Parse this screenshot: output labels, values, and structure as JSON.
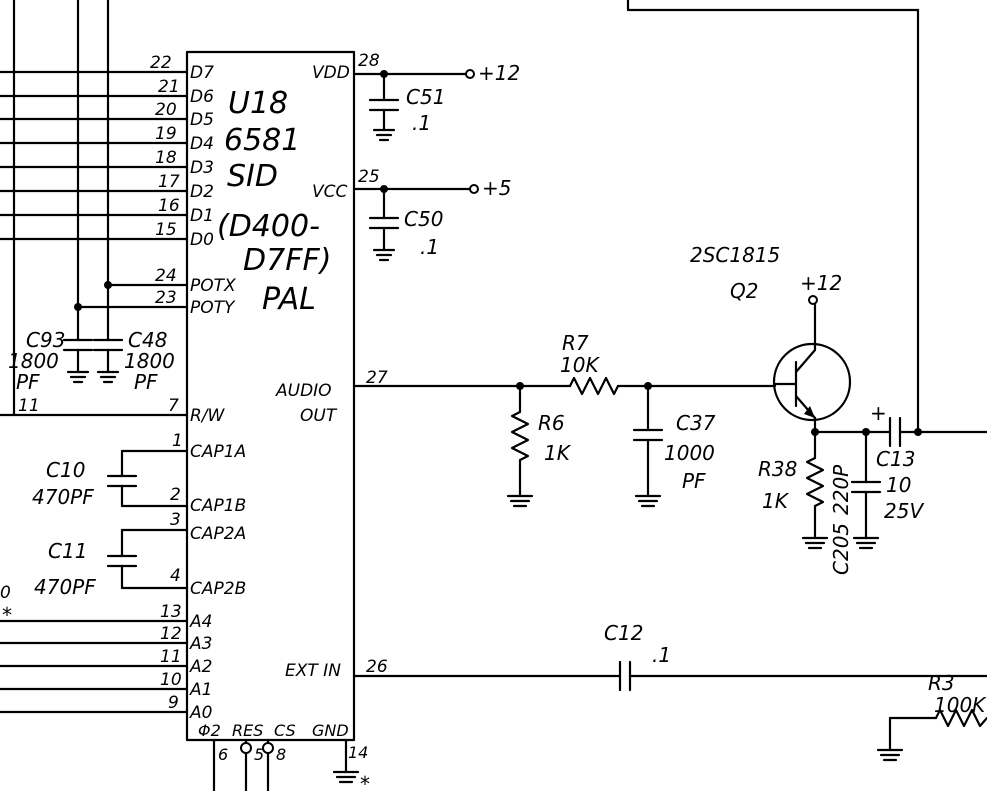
{
  "ic": {
    "designator": "U18",
    "part": "6581",
    "name": "SID",
    "addr1": "(D400-",
    "addr2": "D7FF)",
    "pal": "PAL"
  },
  "pins_left": [
    {
      "num": "22",
      "label": "D7"
    },
    {
      "num": "21",
      "label": "D6"
    },
    {
      "num": "20",
      "label": "D5"
    },
    {
      "num": "19",
      "label": "D4"
    },
    {
      "num": "18",
      "label": "D3"
    },
    {
      "num": "17",
      "label": "D2"
    },
    {
      "num": "16",
      "label": "D1"
    },
    {
      "num": "15",
      "label": "D0"
    },
    {
      "num": "24",
      "label": "POTX"
    },
    {
      "num": "23",
      "label": "POTY"
    },
    {
      "num": "7",
      "label": "R/W"
    },
    {
      "num": "1",
      "label": "CAP1A"
    },
    {
      "num": "2",
      "label": "CAP1B"
    },
    {
      "num": "3",
      "label": "CAP2A"
    },
    {
      "num": "4",
      "label": "CAP2B"
    },
    {
      "num": "13",
      "label": "A4"
    },
    {
      "num": "12",
      "label": "A3"
    },
    {
      "num": "11",
      "label": "A2"
    },
    {
      "num": "10",
      "label": "A1"
    },
    {
      "num": "9",
      "label": "A0"
    }
  ],
  "pins_right": [
    {
      "num": "28",
      "label": "VDD"
    },
    {
      "num": "25",
      "label": "VCC"
    },
    {
      "num": "27",
      "label": "AUDIO",
      "label2": "OUT"
    },
    {
      "num": "26",
      "label": "EXT IN"
    }
  ],
  "pins_bottom": [
    {
      "num": "6",
      "label": "Φ2"
    },
    {
      "num": "5",
      "label": "RES"
    },
    {
      "num": "8",
      "label": "CS"
    },
    {
      "num": "14",
      "label": "GND"
    }
  ],
  "rails": {
    "vdd": "+12",
    "vcc": "+5",
    "q2_supply": "+12"
  },
  "components": {
    "c51": {
      "ref": "C51",
      "value": ".1"
    },
    "c50": {
      "ref": "C50",
      "value": ".1"
    },
    "c93": {
      "ref": "C93",
      "value": "1800",
      "unit": "PF"
    },
    "c48": {
      "ref": "C48",
      "value": "1800",
      "unit": "PF"
    },
    "c10": {
      "ref": "C10",
      "value": "470PF"
    },
    "c11": {
      "ref": "C11",
      "value": "470PF"
    },
    "r7": {
      "ref": "R7",
      "value": "10K"
    },
    "r6": {
      "ref": "R6",
      "value": "1K"
    },
    "c37": {
      "ref": "C37",
      "value": "1000",
      "unit": "PF"
    },
    "q2": {
      "ref": "Q2",
      "part": "2SC1815"
    },
    "r38": {
      "ref": "R38",
      "value": "1K"
    },
    "c205": {
      "ref": "C205",
      "value": "220P"
    },
    "c13": {
      "ref": "C13",
      "value": "10",
      "rating": "25V",
      "polarity": "+"
    },
    "c12": {
      "ref": "C12",
      "value": ".1"
    },
    "r3": {
      "ref": "R3",
      "value": "100K"
    }
  },
  "misc": {
    "rw_net": "11",
    "edge_mark": "0",
    "nc_mark": "*"
  }
}
